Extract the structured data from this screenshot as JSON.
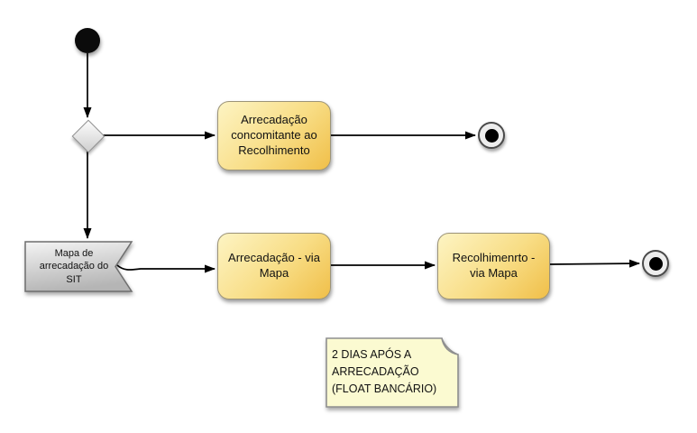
{
  "colors": {
    "activity-fill-light": "#fdf4c3",
    "activity-fill-mid": "#f8dd85",
    "activity-fill-dark": "#f0bf49",
    "activity-border": "#9c9478",
    "decision-fill-light": "#fcfcfc",
    "decision-fill-dark": "#cfcfcf",
    "decision-border": "#8f8f8f",
    "gray-fill-light": "#f4f4f4",
    "gray-fill-dark": "#b5b5b5",
    "gray-border": "#6e6e6e",
    "note-fill": "#fbfad1",
    "note-fold": "#c9c5a0",
    "note-border": "#8f8f8f",
    "final-border": "#4a4a4a",
    "connector": "#000000",
    "text": "#111111"
  },
  "activities": {
    "concomitante": {
      "label": "Arrecadação\nconcomitante ao\nRecolhimento"
    },
    "arrecadacao_via_mapa": {
      "label": "Arrecadação - via\nMapa"
    },
    "recolhimento_via_mapa": {
      "label": "Recolhimenrto -\nvia Mapa"
    }
  },
  "signal": {
    "mapa_sit": {
      "label": "Mapa de\narrecadação do\nSIT"
    }
  },
  "note": {
    "text": "2 DIAS APÓS A\nARRECADAÇÃO\n(FLOAT BANCÁRIO)"
  }
}
